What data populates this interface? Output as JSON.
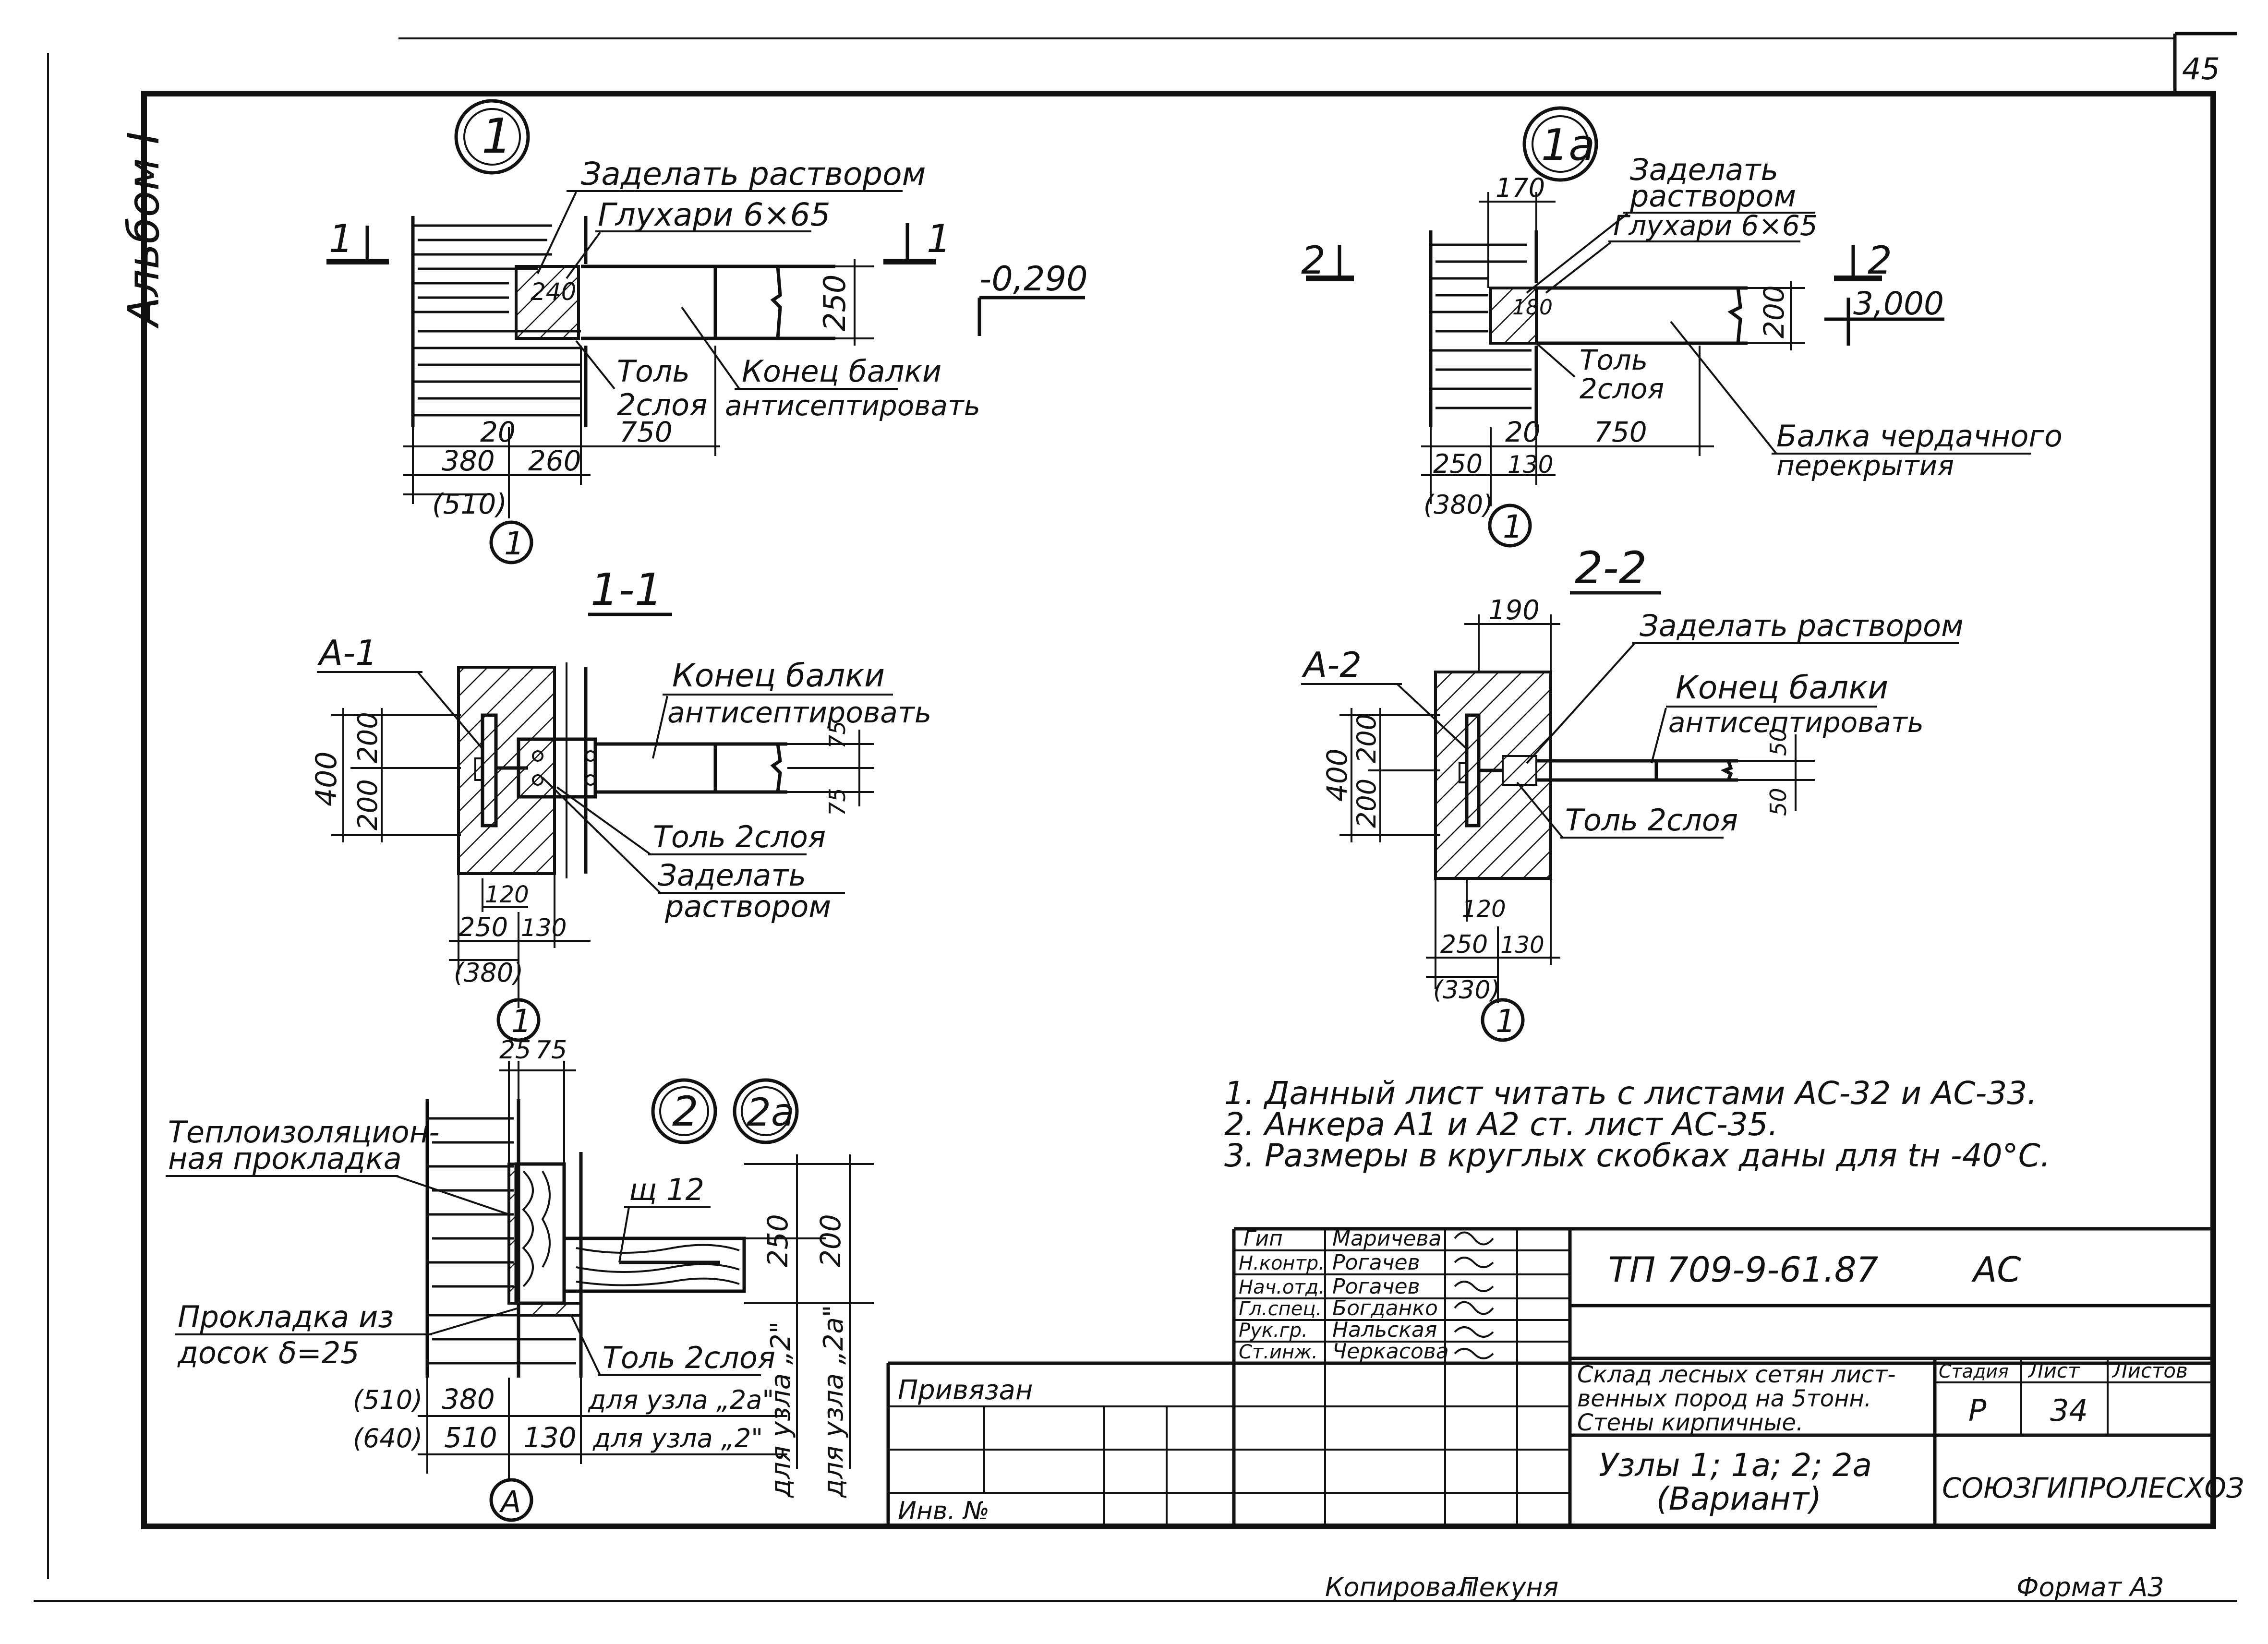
{
  "sheet": {
    "sheet_no": "45",
    "album": "Альбом I",
    "copied_by": "Копировал",
    "copied_by_sign": "Пекуня",
    "format": "Формат А3"
  },
  "node1": {
    "marker": "1",
    "label_mortar": "Заделать раствором",
    "label_nails": "Глухари 6×65",
    "label_tol": "Толь",
    "label_tol2": "2слоя",
    "label_beam_end": "Конец балки",
    "label_beam_end2": "антисептировать",
    "section_mark": "1",
    "elevation": "-0,290",
    "dim_240": "240",
    "dim_250": "250",
    "dim_20": "20",
    "dim_750": "750",
    "dim_380": "380",
    "dim_260": "260",
    "dim_510": "(510)",
    "axis": "1"
  },
  "node1a": {
    "marker": "1а",
    "label_mortar": "Заделать",
    "label_mortar2": "раствором",
    "label_nails": "Глухари 6×65",
    "label_tol": "Толь",
    "label_tol2": "2слоя",
    "label_beam": "Балка чердачного",
    "label_beam2": "перекрытия",
    "section_mark": "2",
    "elevation": "3,000",
    "dim_170": "170",
    "dim_180": "180",
    "dim_200": "200",
    "dim_20": "20",
    "dim_750": "750",
    "dim_250": "250",
    "dim_130": "130",
    "dim_380": "(380)",
    "axis": "1"
  },
  "section11": {
    "title": "1-1",
    "anchor": "А-1",
    "label_beam_end": "Конец балки",
    "label_beam_end2": "антисептировать",
    "label_tol": "Толь 2слоя",
    "label_mortar": "Заделать",
    "label_mortar2": "раствором",
    "dim_400": "400",
    "dim_200a": "200",
    "dim_200b": "200",
    "dim_75a": "75",
    "dim_75b": "75",
    "dim_120": "120",
    "dim_250": "250",
    "dim_130": "130",
    "dim_380": "(380)",
    "axis": "1"
  },
  "section22": {
    "title": "2-2",
    "anchor": "А-2",
    "label_mortar": "Заделать раствором",
    "label_beam_end": "Конец балки",
    "label_beam_end2": "антисептировать",
    "label_tol": "Толь 2слоя",
    "dim_190": "190",
    "dim_400": "400",
    "dim_200a": "200",
    "dim_200b": "200",
    "dim_50a": "50",
    "dim_50b": "50",
    "dim_120": "120",
    "dim_250": "250",
    "dim_130": "130",
    "dim_330": "(330)",
    "axis": "1"
  },
  "node2": {
    "marker_a": "2",
    "marker_b": "2а",
    "label_insul": "Теплоизоляцион-",
    "label_insul2": "ная прокладка",
    "label_pad": "Прокладка из",
    "label_pad2": "досок δ=25",
    "label_tol": "Толь 2слоя",
    "label_board": "щ 12",
    "dim_25": "25",
    "dim_75": "75",
    "dim_250": "250",
    "dim_200": "200",
    "dim_510a": "(510)",
    "dim_380": "380",
    "dim_for_2a": "для узла „2а\"",
    "dim_640": "(640)",
    "dim_510": "510",
    "dim_130": "130",
    "dim_for_2": "для узла „2\"",
    "vert_for_2": "для узла „2\"",
    "vert_for_2a": "для узла „2а\"",
    "axis": "А"
  },
  "notes": [
    "1. Данный лист читать с листами АС-32 и АС-33.",
    "2. Анкера А1 и А2 ст. лист АС-35.",
    "3. Размеры в круглых скобках даны для tн -40°С."
  ],
  "title_block": {
    "roles": [
      {
        "role": "Гип",
        "name": "Маричева"
      },
      {
        "role": "Н.контр.",
        "name": "Рогачев"
      },
      {
        "role": "Нач.отд.",
        "name": "Рогачев"
      },
      {
        "role": "Гл.спец.",
        "name": "Богданко"
      },
      {
        "role": "Рук.гр.",
        "name": "Нальская"
      },
      {
        "role": "Ст.инж.",
        "name": "Черкасова"
      }
    ],
    "project_code": "ТП 709-9-61.87",
    "mark": "АС",
    "description": "Склад лесных сетян лист-",
    "description2": "венных пород на 5тонн.",
    "description3": "Стены кирпичные.",
    "drawing_title": "Узлы 1; 1а; 2; 2а",
    "drawing_title2": "(Вариант)",
    "stage_label": "Стадия",
    "sheet_label": "Лист",
    "sheets_label": "Листов",
    "stage": "Р",
    "sheet": "34",
    "sheets": "",
    "organization": "СОЮЗГИПРОЛЕСХОЗ",
    "bound_label": "Привязан",
    "inv_label": "Инв. №"
  }
}
